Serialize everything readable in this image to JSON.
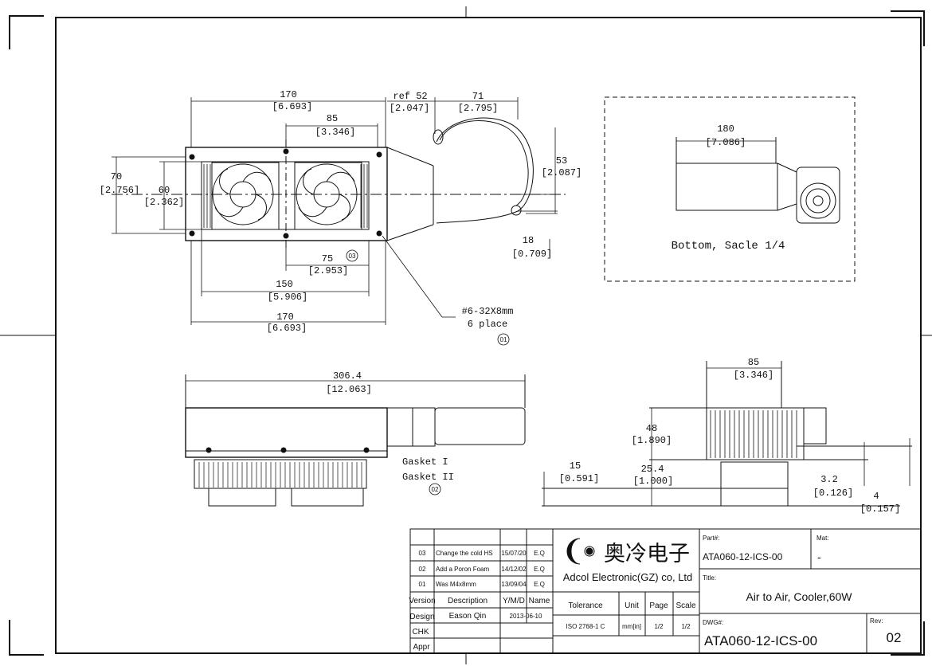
{
  "top_view": {
    "dims": {
      "width_170": "170",
      "width_170_in": "[6.693]",
      "fan_pitch_85": "85",
      "fan_pitch_85_in": "[3.346]",
      "ref52": "ref 52",
      "ref52_in": "[2.047]",
      "d71": "71",
      "d71_in": "[2.795]",
      "d53": "53",
      "d53_in": "[2.087]",
      "d18": "18",
      "d18_in": "[0.709]",
      "d70": "70",
      "d70_in": "[2.756]",
      "d60": "60",
      "d60_in": "[2.362]",
      "d75": "75",
      "d75_in": "[2.953]",
      "d150": "150",
      "d150_in": "[5.906]",
      "bottom_170": "170",
      "bottom_170_in": "[6.693]"
    },
    "balloon_03": "03",
    "screw_note_1": "#6-32X8mm",
    "screw_note_2": "6 place",
    "balloon_01": "01"
  },
  "bottom_view": {
    "dim": "180",
    "dim_in": "[7.086]",
    "caption": "Bottom, Sacle  1/4"
  },
  "side_view": {
    "dim": "306.4",
    "dim_in": "[12.063]",
    "gasket1": "Gasket I",
    "gasket2": "Gasket II",
    "balloon_02": "02"
  },
  "end_view": {
    "d85": "85",
    "d85_in": "[3.346]",
    "d48": "48",
    "d48_in": "[1.890]",
    "d15": "15",
    "d15_in": "[0.591]",
    "d25": "25.4",
    "d25_in": "[1.000]",
    "d32": "3.2",
    "d32_in": "[0.126]",
    "d4": "4",
    "d4_in": "[0.157]"
  },
  "title_block": {
    "revisions": [
      {
        "ver": "03",
        "desc": "Change the cold HS",
        "date": "15/07/20",
        "name": "E.Q"
      },
      {
        "ver": "02",
        "desc": "Add a Poron Foam",
        "date": "14/12/02",
        "name": "E.Q"
      },
      {
        "ver": "01",
        "desc": "Was M4x8mm",
        "date": "13/09/04",
        "name": "E.Q"
      }
    ],
    "hdr_version": "Version",
    "hdr_description": "Description",
    "hdr_date": "Y/M/D",
    "hdr_name": "Name",
    "design_label": "Design",
    "design_name": "Eason Qin",
    "design_date": "2013-06-10",
    "chk_label": "CHK",
    "appr_label": "Appr",
    "company_cn": "奥冷电子",
    "company_en": "Adcol Electronic(GZ) co, Ltd",
    "tolerance_label": "Tolerance",
    "unit_label": "Unit",
    "page_label": "Page",
    "scale_label": "Scale",
    "tolerance": "ISO 2768-1 C",
    "unit": "mm[in]",
    "page": "1/2",
    "scale": "1/2",
    "part_label": "Part#:",
    "part": "ATA060-12-ICS-00",
    "mat_label": "Mat:",
    "mat": "-",
    "title_label": "Title:",
    "title": "Air to Air, Cooler,60W",
    "dwg_label": "DWG#:",
    "dwg": "ATA060-12-ICS-00",
    "rev_label": "Rev:",
    "rev": "02"
  }
}
